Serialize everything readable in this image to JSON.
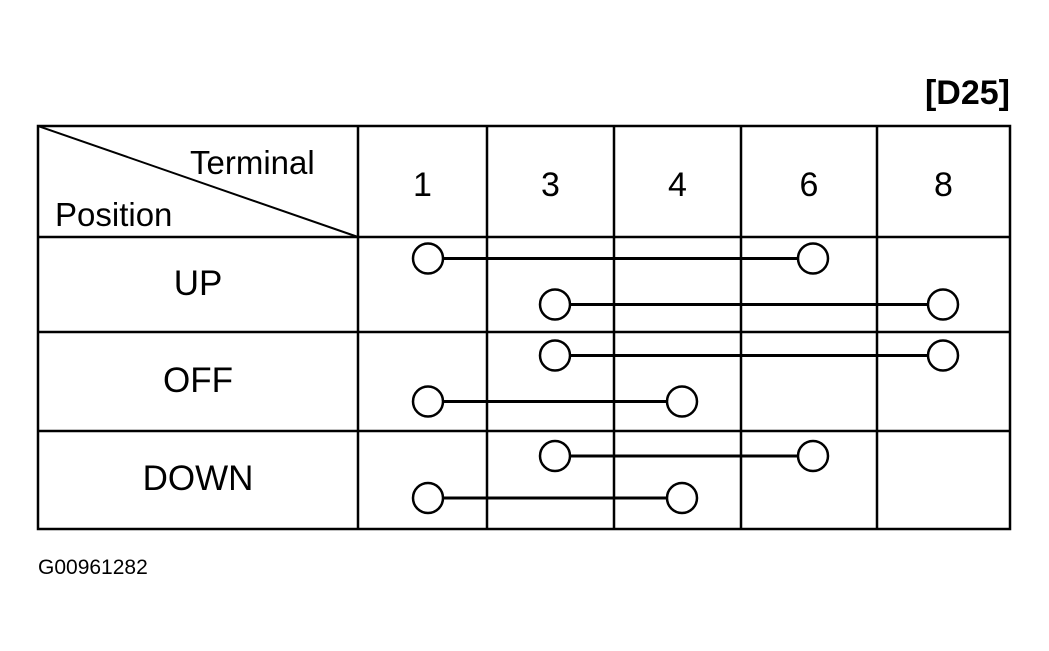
{
  "diagram": {
    "title": "[D25]",
    "figure_id": "G00961282",
    "header": {
      "column_header": "Terminal",
      "row_header": "Position"
    },
    "terminals": [
      "1",
      "3",
      "4",
      "6",
      "8"
    ],
    "positions": [
      {
        "label": "UP",
        "connections": [
          [
            "1",
            "6"
          ],
          [
            "3",
            "8"
          ]
        ]
      },
      {
        "label": "OFF",
        "connections": [
          [
            "3",
            "8"
          ],
          [
            "1",
            "4"
          ]
        ]
      },
      {
        "label": "DOWN",
        "connections": [
          [
            "3",
            "6"
          ],
          [
            "1",
            "4"
          ]
        ]
      }
    ]
  }
}
